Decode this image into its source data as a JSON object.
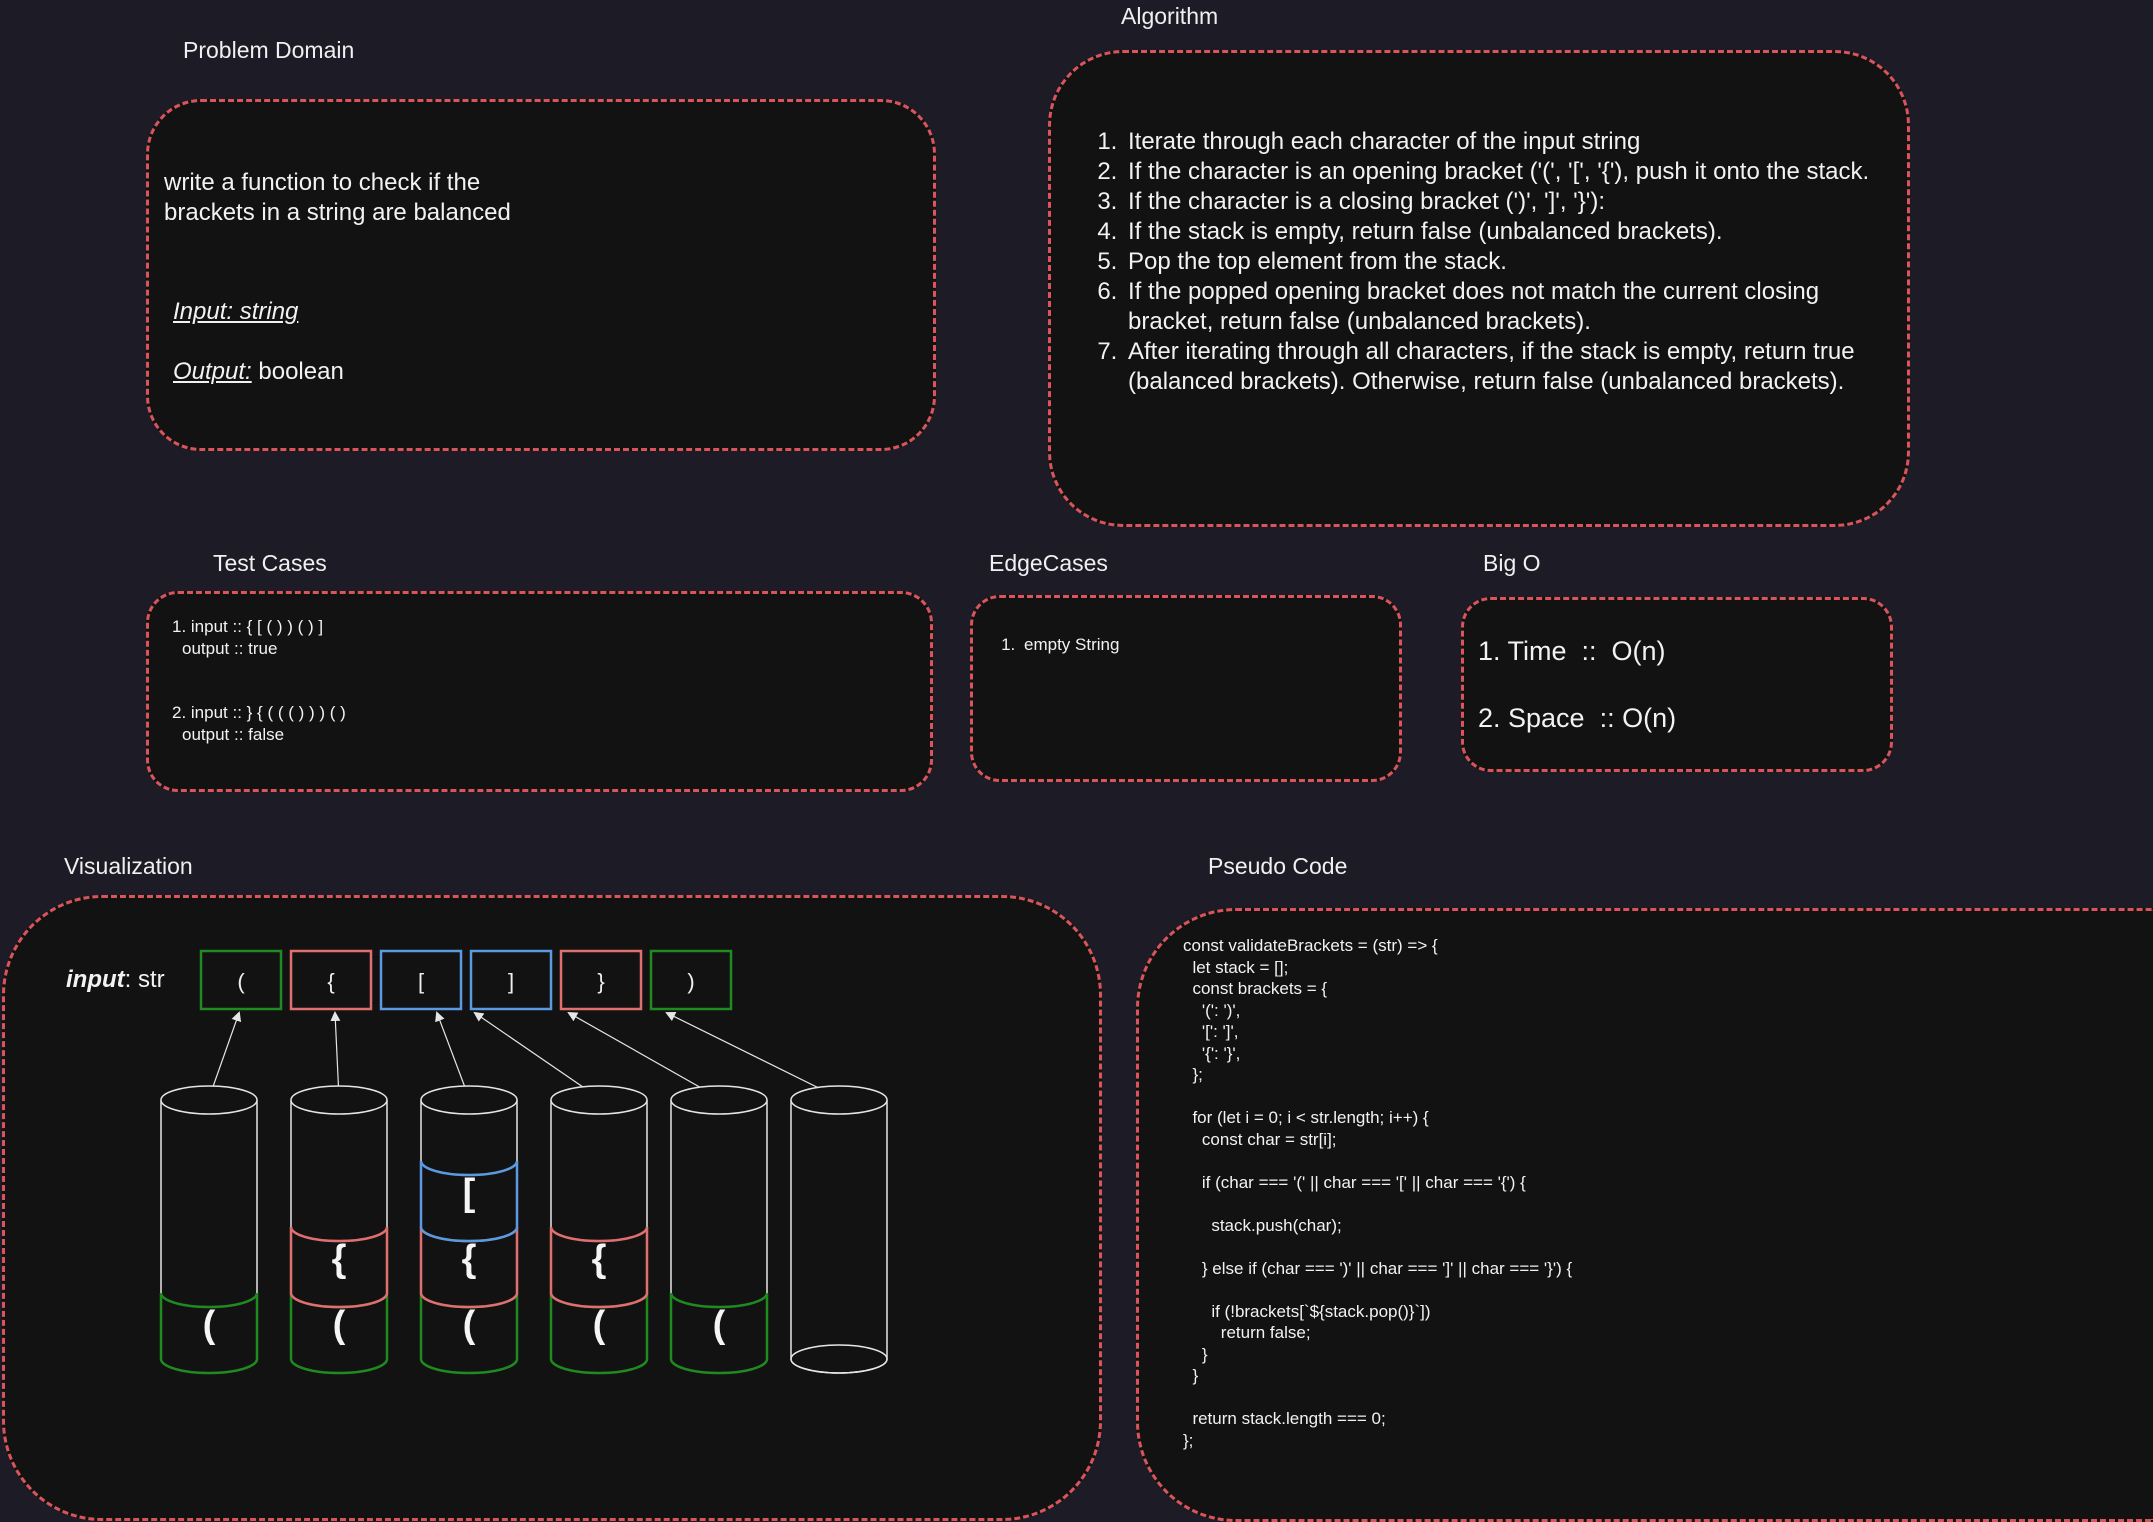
{
  "problem_domain": {
    "title": "Problem Domain",
    "description_line1": "write a  function to check if the",
    "description_line2": "brackets in a string are balanced",
    "input_label": "Input: string",
    "output_label": "Output:",
    "output_value": " boolean"
  },
  "algorithm": {
    "title": "Algorithm",
    "steps": [
      "Iterate through each character of the input string",
      "If the character is an opening bracket ('(', '[', '{'), push it onto the stack.",
      "If the character is a closing bracket (')', ']', '}'):",
      "If the stack is empty, return false (unbalanced brackets).",
      "Pop the top element from the stack.",
      "If the popped opening bracket does not match the current closing bracket, return false (unbalanced brackets).",
      "After iterating through all characters, if the stack is empty, return true (balanced brackets). Otherwise, return false (unbalanced brackets)."
    ]
  },
  "test_cases": {
    "title": "Test Cases",
    "cases": [
      {
        "input": "1. input :: { [ ( ) ) ( ) ]",
        "output": "output :: true"
      },
      {
        "input": "2. input :: } { ( ( ( ) ) ) ( )",
        "output": "output :: false"
      }
    ]
  },
  "edge_cases": {
    "title": "EdgeCases",
    "items": [
      "empty String"
    ]
  },
  "big_o": {
    "title": "Big O",
    "time": "1. Time  ::  O(n)",
    "space": "2. Space  :: O(n)"
  },
  "visualization": {
    "title": "Visualization",
    "input_label": "input",
    "input_suffix": ": str",
    "input_chars": [
      "(",
      "{",
      "[",
      "]",
      "}",
      ")"
    ],
    "stacks": [
      [
        "("
      ],
      [
        "(",
        "{"
      ],
      [
        "(",
        "{",
        "["
      ],
      [
        "(",
        "{"
      ],
      [
        "("
      ],
      []
    ],
    "colors": {
      "paren": "#1f8a1f",
      "brace": "#e06f6f",
      "bracket": "#5b9ae0",
      "border": "#d9545b"
    }
  },
  "pseudo_code": {
    "title": "Pseudo Code",
    "lines": [
      "const validateBrackets = (str) => {",
      "  let stack = [];",
      "  const brackets = {",
      "    '(': ')',",
      "    '[': ']',",
      "    '{': '}',",
      "  };",
      "",
      "  for (let i = 0; i < str.length; i++) {",
      "    const char = str[i];",
      "",
      "    if (char === '(' || char === '[' || char === '{') {",
      "",
      "      stack.push(char);",
      "",
      "    } else if (char === ')' || char === ']' || char === '}') {",
      "",
      "      if (!brackets[`${stack.pop()}`])",
      "        return false;",
      "    }",
      "  }",
      "",
      "  return stack.length === 0;",
      "};"
    ]
  }
}
